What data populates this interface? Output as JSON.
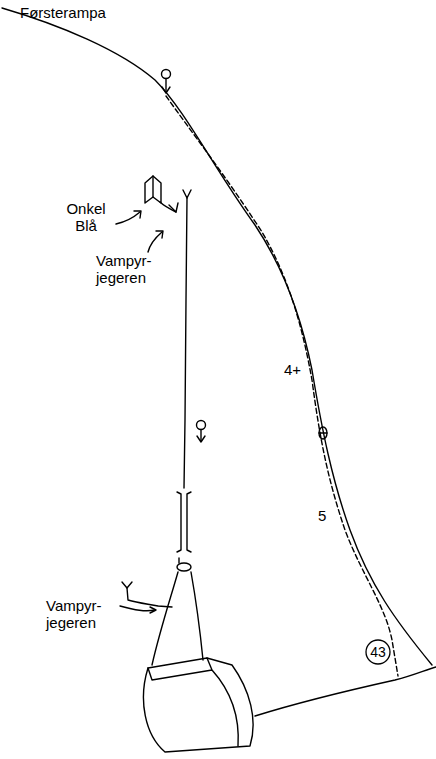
{
  "diagram": {
    "nodes": [
      {
        "text": [
          "43"
        ]
      }
    ],
    "edges": [],
    "labels": [
      "Førsterampa",
      "Onkel Blå",
      "Vampyr- jegeren",
      "4+",
      "5",
      "Vampyr- jegeren"
    ]
  }
}
